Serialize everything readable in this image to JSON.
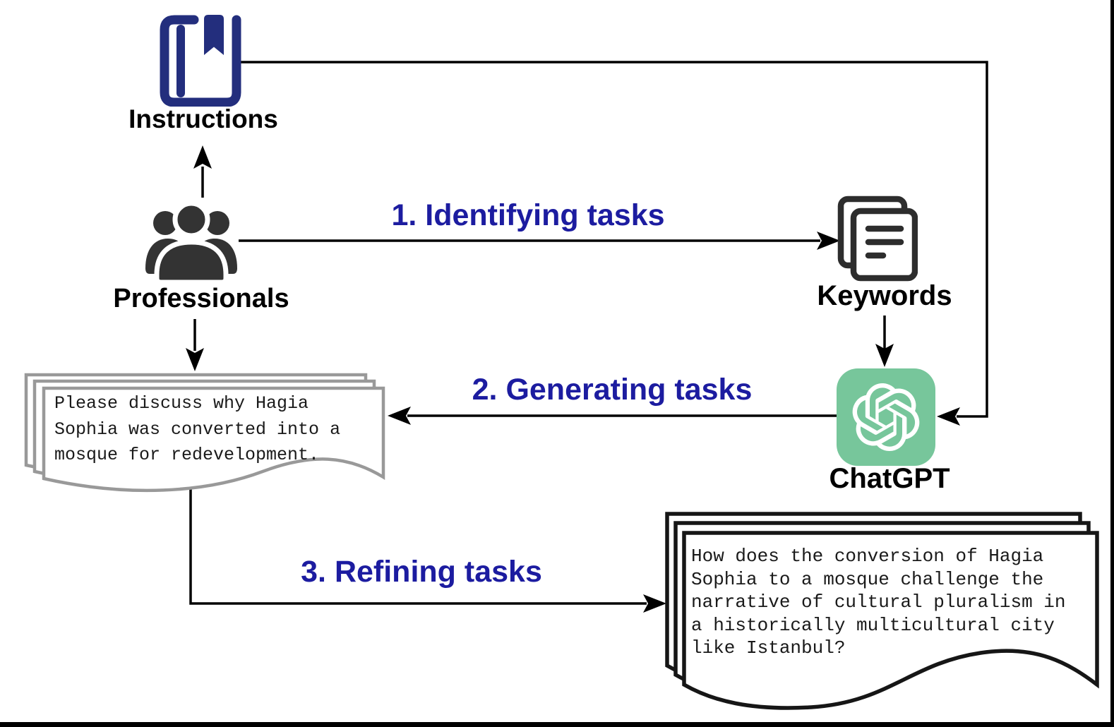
{
  "figure": {
    "nodes": {
      "instructions": {
        "label": "Instructions"
      },
      "professionals": {
        "label": "Professionals"
      },
      "keywords": {
        "label": "Keywords"
      },
      "chatgpt": {
        "label": "ChatGPT"
      }
    },
    "steps": [
      {
        "label": "1. Identifying tasks"
      },
      {
        "label": "2. Generating tasks"
      },
      {
        "label": "3. Refining tasks"
      }
    ],
    "documents": {
      "draft_task": {
        "lines": [
          "Please discuss why Hagia",
          "Sophia was converted into a",
          "mosque for redevelopment."
        ]
      },
      "refined_task": {
        "lines": [
          "How does the conversion of Hagia",
          "Sophia to a mosque challenge the",
          "narrative of cultural pluralism in",
          "a historically multicultural city",
          "like Istanbul?"
        ]
      }
    },
    "colors": {
      "step_label_blue": "#1c1ca0",
      "book_icon_navy": "#232e7d",
      "chatgpt_green": "#77c69b",
      "people_icon_gray": "#333333",
      "draft_doc_border_gray": "#999999",
      "refined_doc_border_black": "#161616",
      "connector_black": "#000000"
    }
  }
}
